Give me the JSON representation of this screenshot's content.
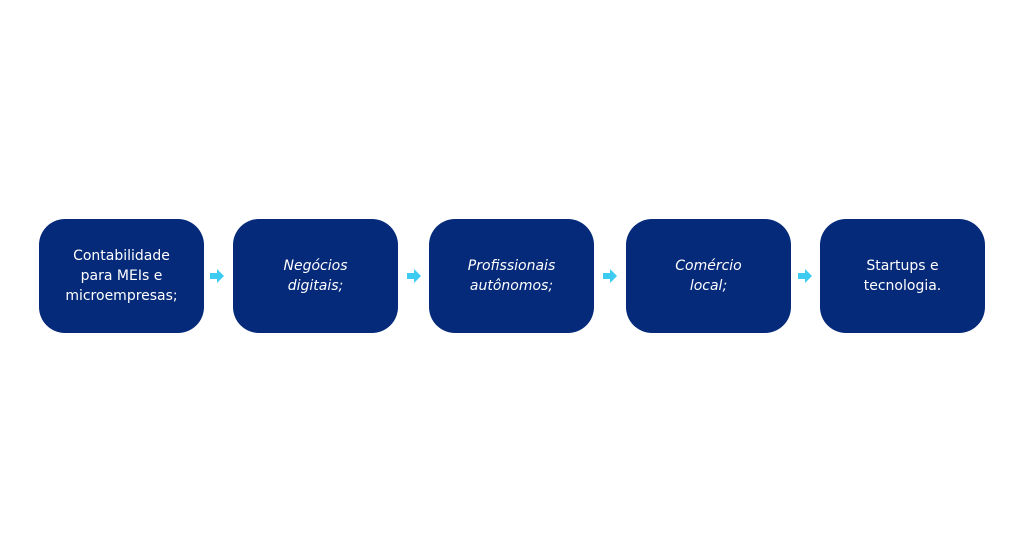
{
  "colors": {
    "background": "#ffffff",
    "box_fill": "#062a7a",
    "box_text": "#ffffff",
    "arrow": "#3ecbf2"
  },
  "steps": [
    {
      "label": "Contabilidade\npara MEIs e\nmicroempresas;",
      "italic": false
    },
    {
      "label": "Negócios\ndigitais;",
      "italic": true
    },
    {
      "label": "Profissionais\nautônomos;",
      "italic": true
    },
    {
      "label": "Comércio\nlocal;",
      "italic": true
    },
    {
      "label": "Startups e\ntecnologia.",
      "italic": false
    }
  ],
  "arrows": [
    {
      "icon": "arrow-right-icon"
    },
    {
      "icon": "arrow-right-icon"
    },
    {
      "icon": "arrow-right-icon"
    },
    {
      "icon": "arrow-right-icon"
    }
  ]
}
